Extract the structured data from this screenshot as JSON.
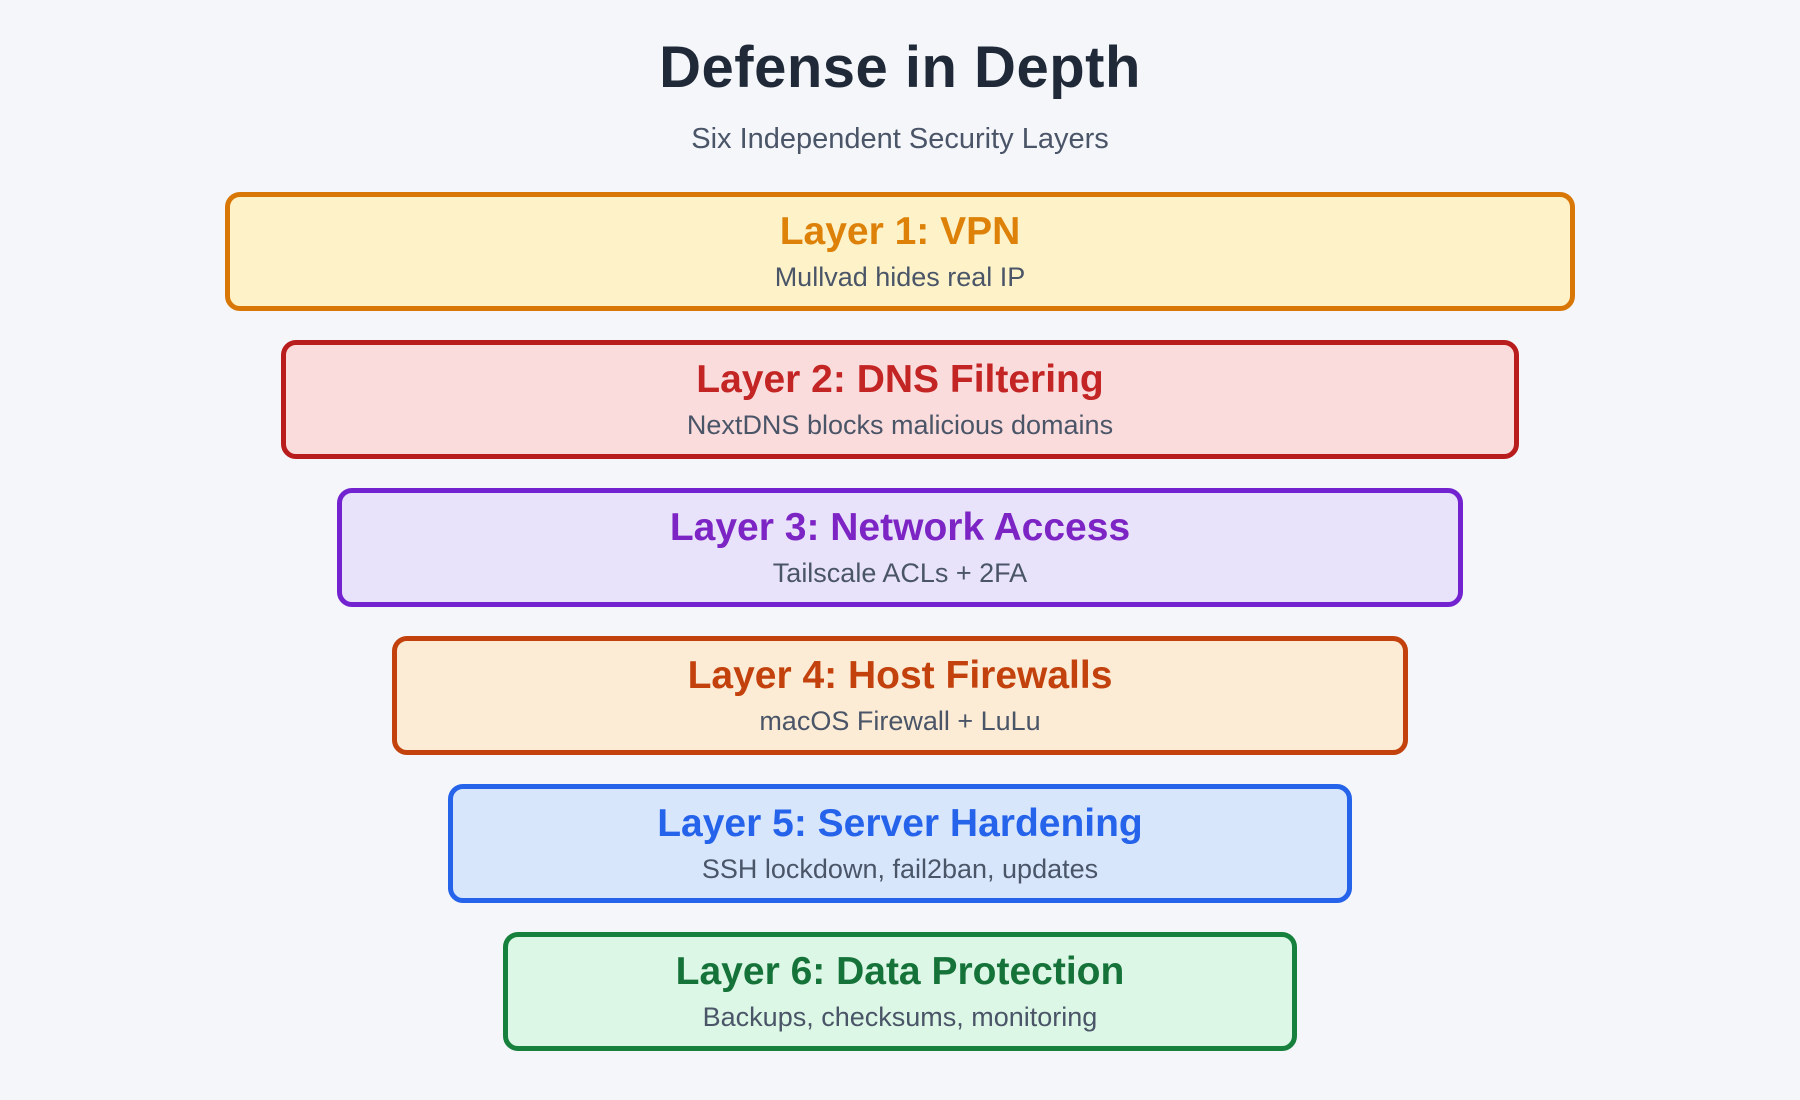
{
  "page": {
    "background_color": "#f4f6fa"
  },
  "header": {
    "title": "Defense in Depth",
    "subtitle": "Six Independent Security Layers",
    "title_color": "#1f2937",
    "subtitle_color": "#4a5568"
  },
  "layers": [
    {
      "title": "Layer 1: VPN",
      "subtitle": "Mullvad hides real IP",
      "fill": "#fdf2c8",
      "border_color": "#d97706",
      "title_color": "#dd8109"
    },
    {
      "title": "Layer 2: DNS Filtering",
      "subtitle": "NextDNS blocks malicious domains",
      "fill": "#fbdcdc",
      "border_color": "#b91c1c",
      "title_color": "#c32424"
    },
    {
      "title": "Layer 3: Network Access",
      "subtitle": "Tailscale ACLs + 2FA",
      "fill": "#e8e3fb",
      "border_color": "#7223cf",
      "title_color": "#7c24c4"
    },
    {
      "title": "Layer 4: Host Firewalls",
      "subtitle": "macOS Firewall + LuLu",
      "fill": "#fcecd5",
      "border_color": "#c2410c",
      "title_color": "#c2410c"
    },
    {
      "title": "Layer 5: Server Hardening",
      "subtitle": "SSH lockdown, fail2ban, updates",
      "fill": "#d8e6fc",
      "border_color": "#2563eb",
      "title_color": "#2563eb"
    },
    {
      "title": "Layer 6: Data Protection",
      "subtitle": "Backups, checksums, monitoring",
      "fill": "#dcf7e5",
      "border_color": "#16803d",
      "title_color": "#15733a"
    }
  ]
}
